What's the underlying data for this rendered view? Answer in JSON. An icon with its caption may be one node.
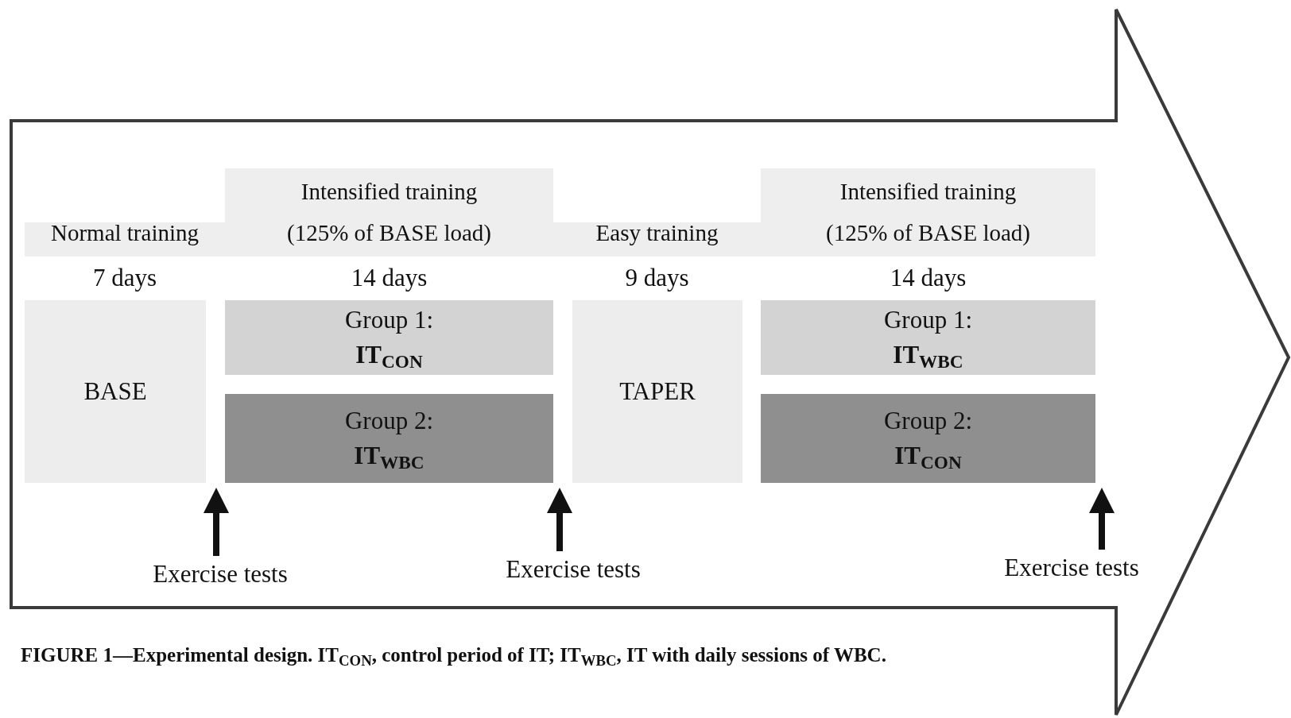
{
  "diagram": {
    "caption": "FIGURE 1—Experimental design. IT$_{CON}$, control period of IT; IT$_{WBC}$, IT with daily sessions of WBC.",
    "nodes": [
      {
        "text": [
          "Normal training"
        ],
        "beside": [
          "7 days"
        ]
      },
      {
        "text": [
          "Intensified training",
          "(125% of BASE load)"
        ],
        "beside": [
          "14 days"
        ]
      },
      {
        "text": [
          "Easy training"
        ],
        "beside": [
          "9 days"
        ]
      },
      {
        "text": [
          "Intensified training",
          "(125% of BASE load)"
        ],
        "beside": [
          "14 days"
        ]
      },
      {
        "text": [
          "BASE"
        ]
      },
      {
        "text": [
          "Group 1:",
          "IT$_{CON}$"
        ]
      },
      {
        "text": [
          "Group 2:",
          "IT$_{WBC}$"
        ]
      },
      {
        "text": [
          "TAPER"
        ]
      },
      {
        "text": [
          "Group 1:",
          "IT$_{WBC}$"
        ]
      },
      {
        "text": [
          "Group 2:",
          "IT$_{CON}$"
        ]
      },
      {
        "text": [
          "Exercise tests"
        ]
      },
      {
        "text": [
          "Exercise tests"
        ]
      },
      {
        "text": [
          "Exercise tests"
        ]
      }
    ],
    "edges": [
      {
        "from": 10,
        "to": 6,
        "arrow": "to"
      },
      {
        "from": 11,
        "to": 6,
        "arrow": "to"
      },
      {
        "from": 12,
        "to": 9,
        "arrow": "to"
      }
    ]
  }
}
